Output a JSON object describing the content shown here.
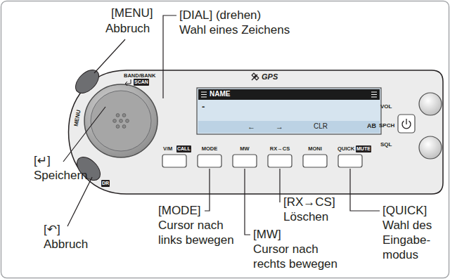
{
  "diagram": {
    "labels": [
      "[MENU]",
      "Abbruch",
      "[DIAL] (drehen)",
      "Wahl eines Zeichens",
      "[↵]",
      "Speichern",
      "[↶]",
      "Abbruch",
      "[MODE]",
      "Cursor nach links bewegen",
      "[MW]",
      "Cursor nach rechts bewegen",
      "[RX→CS]",
      "Löschen",
      "[QUICK]",
      "Wahl des Eingabe- modus",
      "BAND/BANK",
      "SCAN",
      "MENU",
      "DR",
      "GPS",
      "NAME",
      "←",
      "→",
      "CLR",
      "AB",
      "VOL",
      "SPCH",
      "SQL",
      "V/M",
      "CALL",
      "MODE",
      "MW",
      "RX→CS",
      "MONI",
      "QUICK",
      "MUTE",
      "-"
    ]
  }
}
